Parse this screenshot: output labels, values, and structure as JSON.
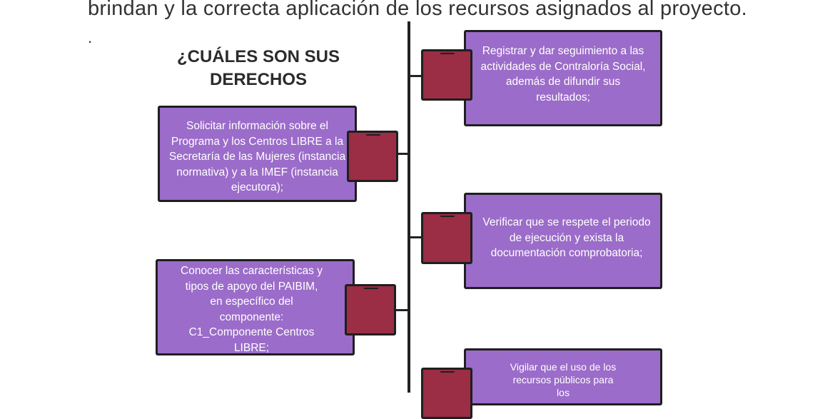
{
  "intro_text": "brindan y la correcta aplicación de los recursos asignados al proyecto.",
  "intro_dot": ".",
  "title": "¿CUÁLES SON SUS DERECHOS",
  "rights": [
    "Registrar y dar seguimiento a las actividades de Contraloría Social, además de difundir sus resultados;",
    "Solicitar información sobre el Programa y los Centros LIBRE a la Secretaría de las Mujeres (instancia normativa) y a la IMEF (instancia ejecutora);",
    "Verificar que se respete el periodo de ejecución y exista la documentación comprobatoria;",
    "Conocer las características y tipos de apoyo del PAIBIM, en específico del componente: C1_Componente Centros LIBRE;",
    "Vigilar que el uso de los recursos públicos para los"
  ],
  "colors": {
    "card": "#9b6cc9",
    "square": "#9b2d45",
    "line": "#222222"
  }
}
